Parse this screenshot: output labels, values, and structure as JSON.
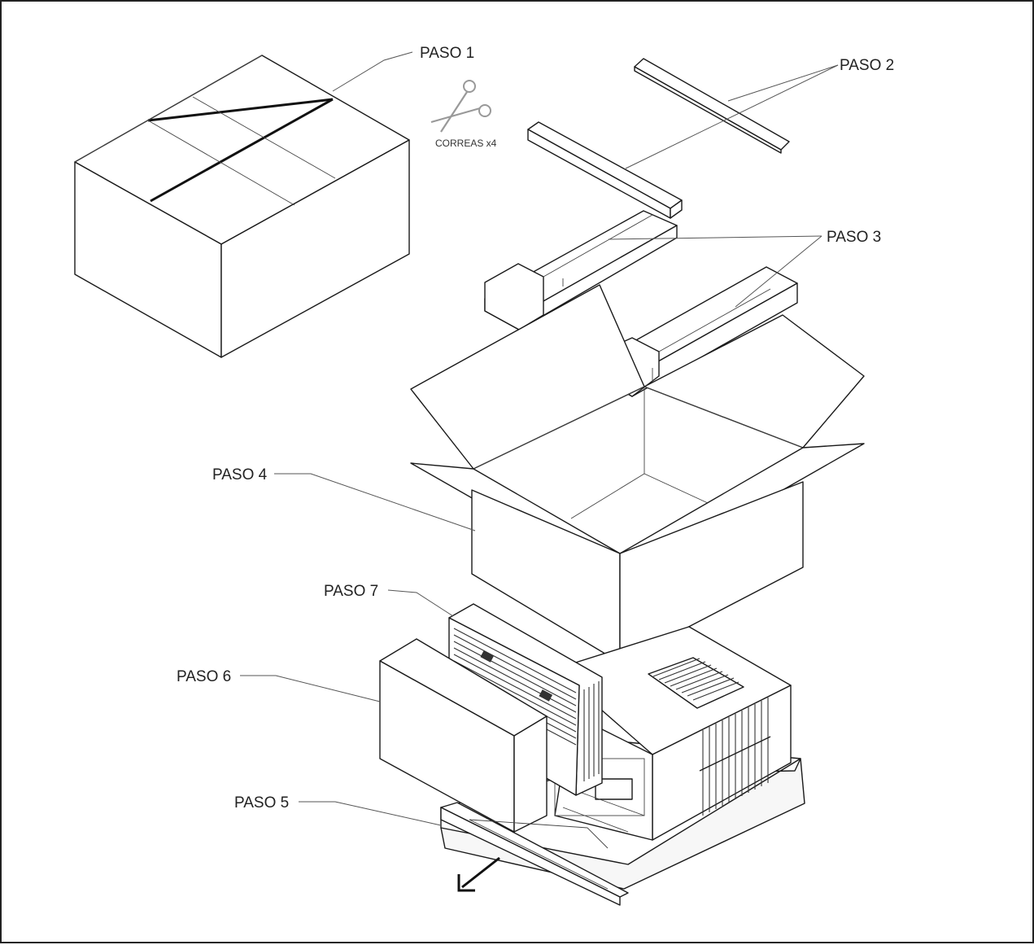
{
  "labels": {
    "paso1": "PASO 1",
    "paso2": "PASO 2",
    "paso3": "PASO 3",
    "paso4": "PASO 4",
    "paso5": "PASO 5",
    "paso6": "PASO 6",
    "paso7": "PASO 7",
    "correas": "CORREAS x4"
  },
  "colors": {
    "line": "#1a1a1a",
    "scissors": "#999999",
    "background": "#ffffff"
  },
  "icons": [
    "scissors-icon",
    "arrow-down-left-icon"
  ]
}
